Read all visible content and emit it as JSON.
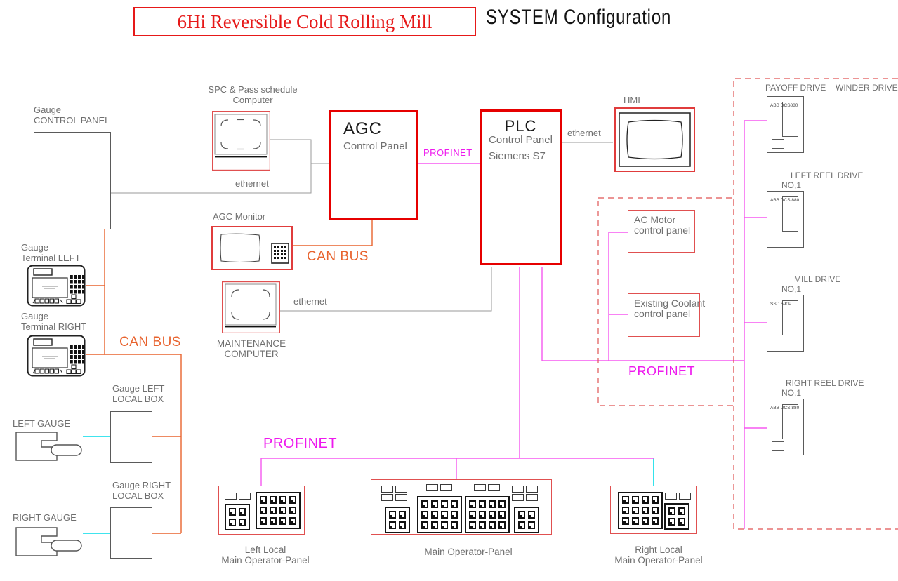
{
  "title": {
    "product": "6Hi Reversible Cold Rolling Mill",
    "suffix": "SYSTEM Configuration"
  },
  "colors": {
    "accent_red": "#e60000",
    "thin_red": "#e05050",
    "dashed_red": "#e05555",
    "orange_canbus": "#e8632e",
    "magenta_profinet": "#ee19ee",
    "cyan_link": "#00dce8",
    "gray_line": "#9a9a9a",
    "label_gray": "#6f6f6f"
  },
  "nodes": {
    "gauge_control_panel": [
      "Gauge",
      "CONTROL PANEL"
    ],
    "spc_computer": [
      "SPC & Pass schedule",
      "Computer"
    ],
    "agc": {
      "title": "AGC",
      "subtitle": "Control Panel"
    },
    "plc": {
      "title": "PLC",
      "subtitle": "Control Panel",
      "detail": "Siemens S7"
    },
    "hmi": "HMI",
    "agc_monitor": "AGC Monitor",
    "maintenance_computer": [
      "MAINTENANCE",
      "COMPUTER"
    ],
    "gauge_terminal_left": [
      "Gauge",
      "Terminal LEFT"
    ],
    "gauge_terminal_right": [
      "Gauge",
      "Terminal RIGHT"
    ],
    "gauge_left_local_box": [
      "Gauge LEFT",
      "LOCAL BOX"
    ],
    "gauge_right_local_box": [
      "Gauge RIGHT",
      "LOCAL BOX"
    ],
    "left_gauge": "LEFT GAUGE",
    "right_gauge": "RIGHT GAUGE",
    "ac_motor_panel": [
      "AC Motor",
      "control panel"
    ],
    "coolant_panel": [
      "Existing Coolant",
      "control panel"
    ],
    "payoff_drive_label": "PAYOFF DRIVE",
    "winder_drive_label": "WINDER DRIVE",
    "left_reel_drive": [
      "LEFT REEL DRIVE",
      "NO,1"
    ],
    "mill_drive": [
      "MILL DRIVE",
      "NO,1"
    ],
    "right_reel_drive": [
      "RIGHT REEL DRIVE",
      "NO,1"
    ],
    "left_local_panel": [
      "Left Local",
      "Main Operator-Panel"
    ],
    "main_panel": "Main Operator-Panel",
    "right_local_panel": [
      "Right Local",
      "Main Operator-Panel"
    ],
    "drive_chip_payoff": "ABB DCS880",
    "drive_chip_left_reel": "ABB DCS 880",
    "drive_chip_mill": "SSD 590P",
    "drive_chip_right_reel": "ABB DCS 880"
  },
  "bus_labels": {
    "ethernet_spc": "ethernet",
    "ethernet_hmi": "ethernet",
    "ethernet_maintenance": "ethernet",
    "profinet_agc_plc": "PROFINET",
    "profinet_right": "PROFINET",
    "profinet_bottom": "PROFINET",
    "can_bus_left": "CAN BUS",
    "can_bus_agc": "CAN BUS"
  }
}
